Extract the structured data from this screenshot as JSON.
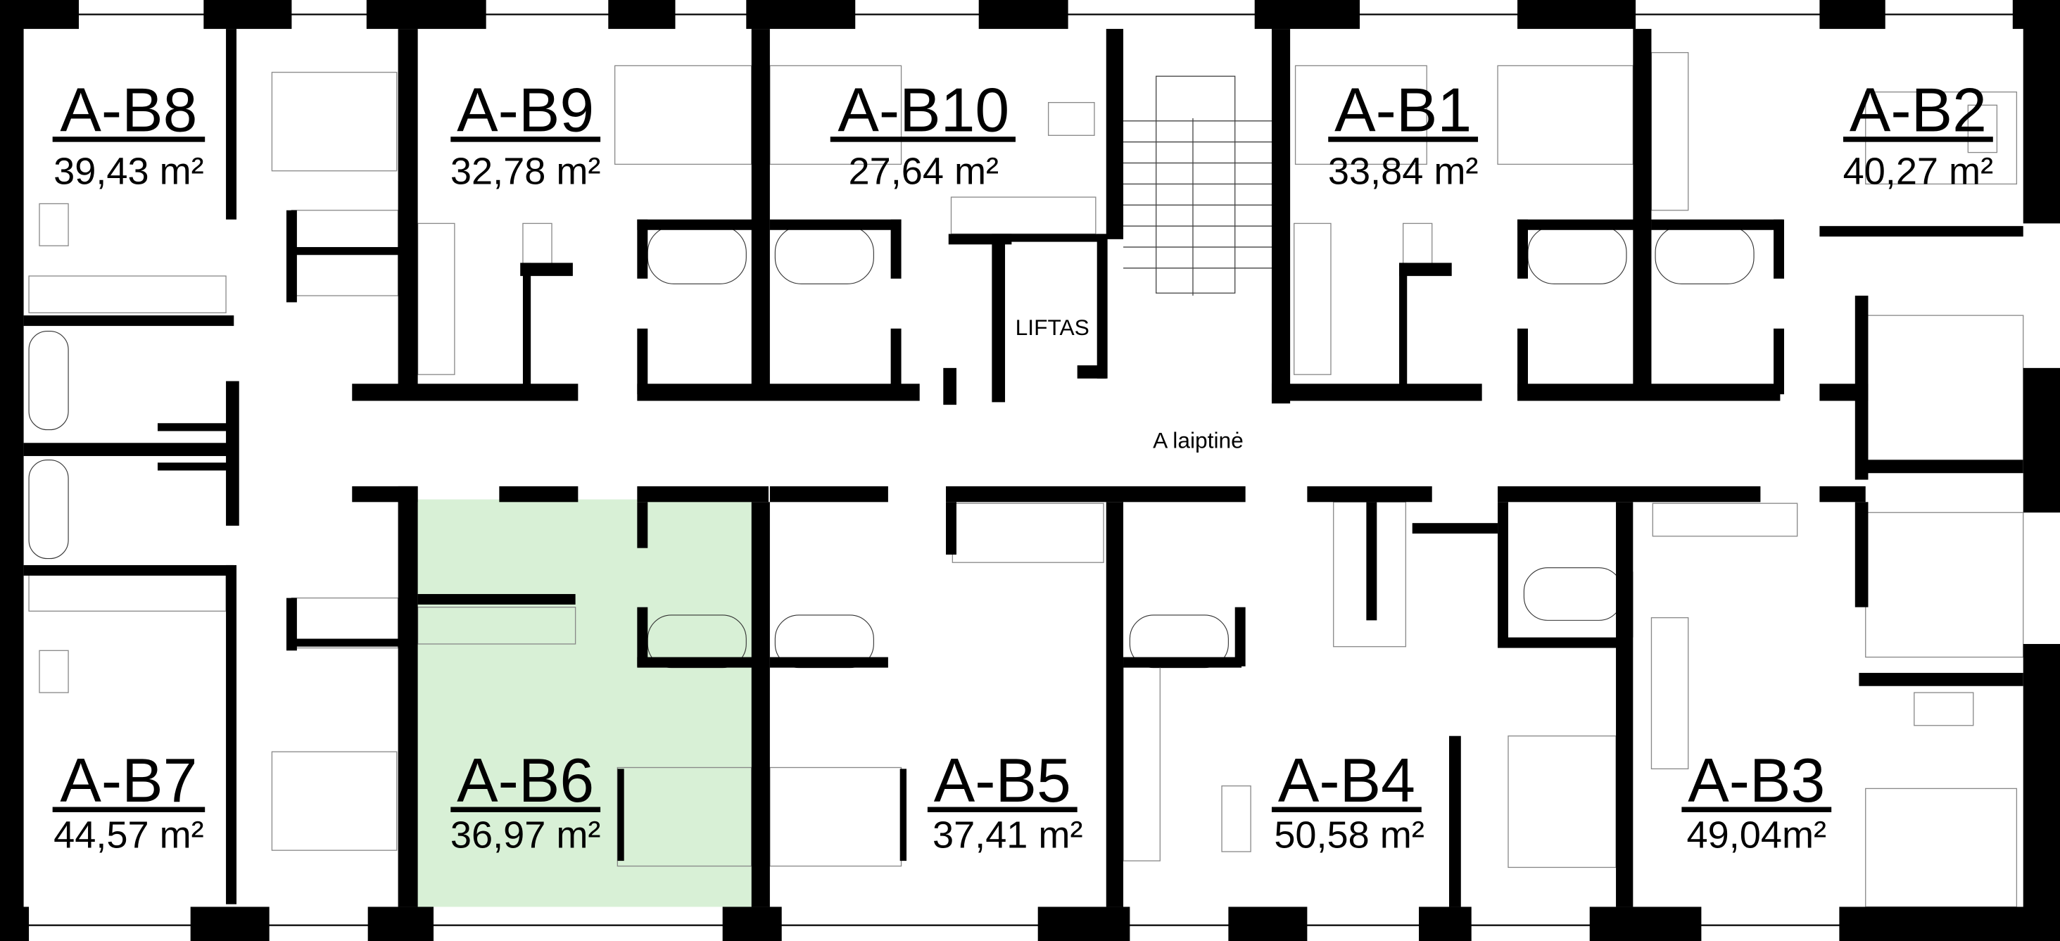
{
  "plan": {
    "highlight_color": "#d8f0d6",
    "units": [
      {
        "id": "A-B8",
        "area": "39,43 m²"
      },
      {
        "id": "A-B9",
        "area": "32,78 m²"
      },
      {
        "id": "A-B10",
        "area": "27,64 m²"
      },
      {
        "id": "A-B1",
        "area": "33,84 m²"
      },
      {
        "id": "A-B2",
        "area": "40,27 m²"
      },
      {
        "id": "A-B7",
        "area": "44,57 m²"
      },
      {
        "id": "A-B6",
        "area": "36,97 m²",
        "highlighted": true
      },
      {
        "id": "A-B5",
        "area": "37,41 m²"
      },
      {
        "id": "A-B4",
        "area": "50,58 m²"
      },
      {
        "id": "A-B3",
        "area": "49,04m²"
      }
    ],
    "elevator_label": "LIFTAS",
    "stairwell_label": "A laiptinė"
  }
}
